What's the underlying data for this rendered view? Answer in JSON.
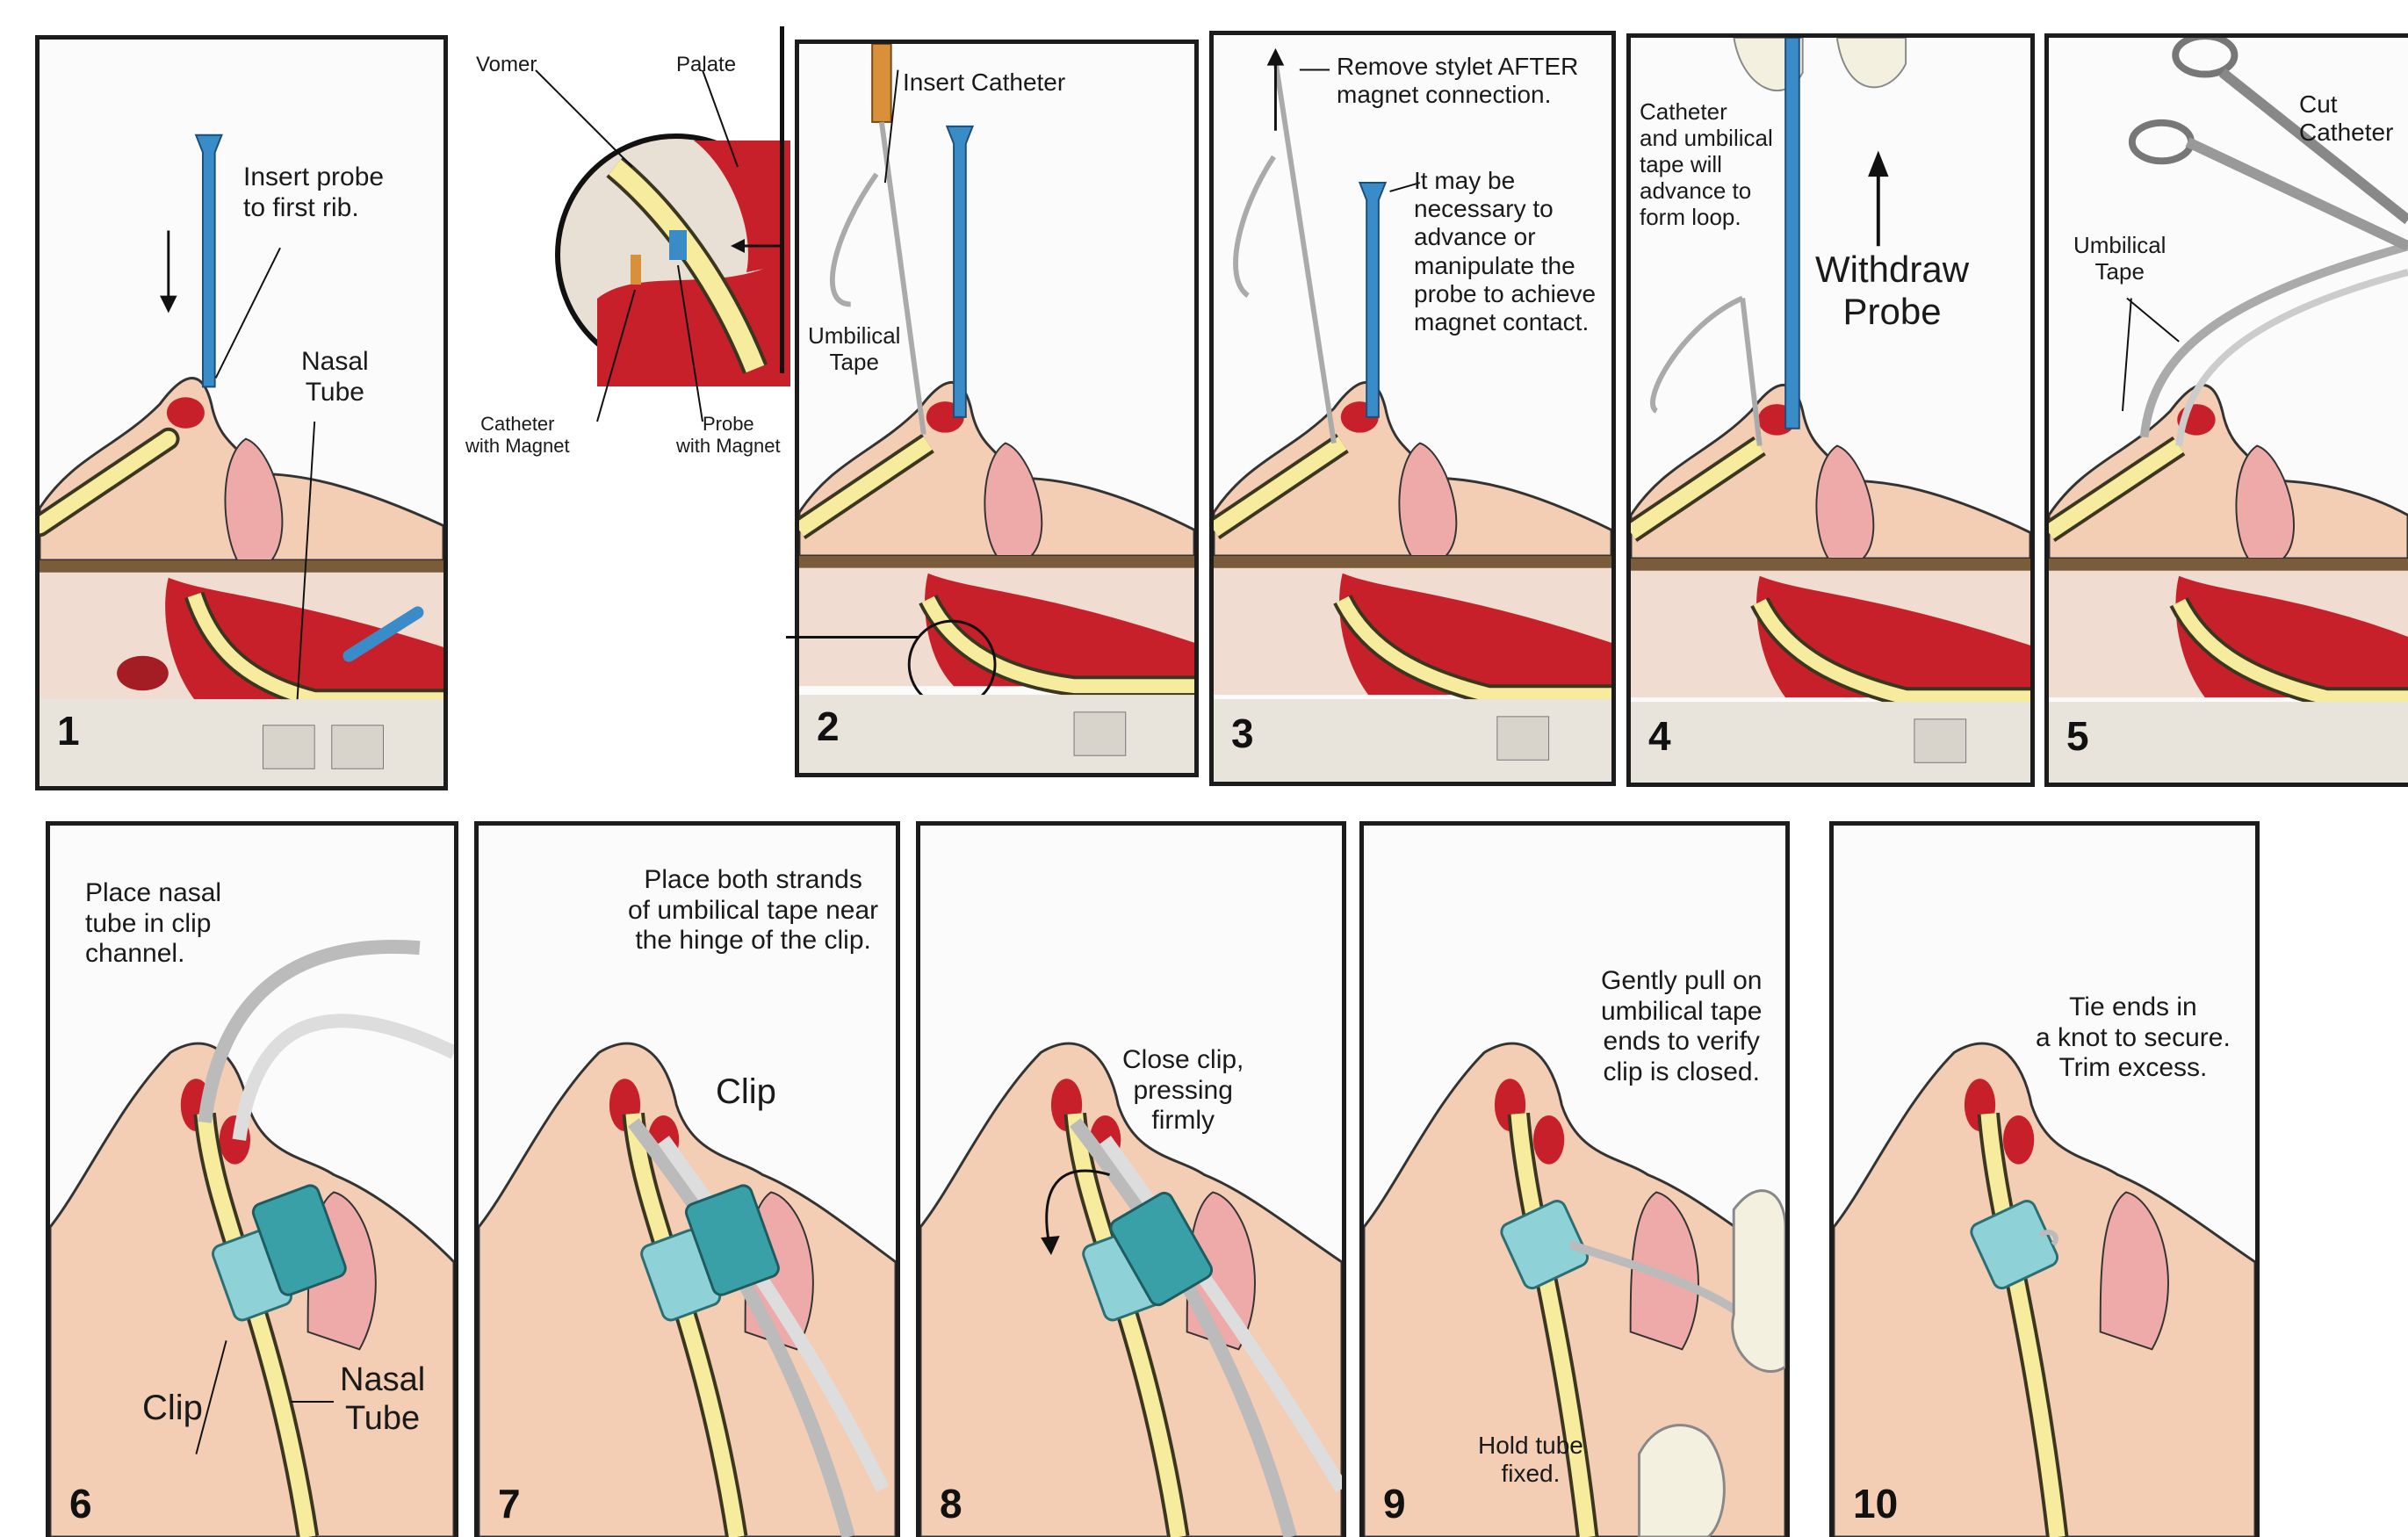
{
  "colors": {
    "skin": "#f3cdb4",
    "skin_shade": "#f2b57d",
    "mucosa_red": "#c8202a",
    "bone": "#e8e4dc",
    "nasal_tube": "#f7ec9d",
    "nasal_tube_stroke": "#3a3620",
    "probe_blue": "#3a8cc8",
    "clip_teal": "#8ed1d6",
    "tape_gray": "#e6e6e6",
    "lip_pink": "#eeaaa8",
    "frame": "#1c1c1c"
  },
  "icons": [
    "probe-icon",
    "catheter-icon",
    "scissors-icon",
    "hand-icon",
    "clip-icon",
    "arrow-down-icon",
    "arrow-up-icon"
  ],
  "inset": {
    "vomer": "Vomer",
    "palate": "Palate",
    "catheter_magnet": "Catheter\nwith Magnet",
    "probe_magnet": "Probe\nwith Magnet"
  },
  "panels": [
    {
      "number": "1",
      "labels": [
        "Insert probe\nto first rib.",
        "Nasal\nTube"
      ]
    },
    {
      "number": "2",
      "labels": [
        "Insert Catheter",
        "Umbilical\nTape"
      ]
    },
    {
      "number": "3",
      "labels": [
        "Remove stylet AFTER\nmagnet connection.",
        "It may be\nnecessary to\nadvance or\nmanipulate the\nprobe to achieve\nmagnet contact."
      ]
    },
    {
      "number": "4",
      "labels": [
        "Catheter\nand umbilical\ntape will\nadvance to\nform loop.",
        "Withdraw\nProbe"
      ]
    },
    {
      "number": "5",
      "labels": [
        "Cut Catheter",
        "Umbilical\nTape"
      ]
    },
    {
      "number": "6",
      "labels": [
        "Place nasal\ntube in clip\nchannel.",
        "Clip",
        "Nasal\nTube"
      ]
    },
    {
      "number": "7",
      "labels": [
        "Place both strands\nof umbilical tape near\nthe hinge of the clip.",
        "Clip"
      ]
    },
    {
      "number": "8",
      "labels": [
        "Close clip,\npressing\nfirmly"
      ]
    },
    {
      "number": "9",
      "labels": [
        "Gently pull on\numbilical tape\nends to verify\nclip is closed.",
        "Hold tube\nfixed."
      ]
    },
    {
      "number": "10",
      "labels": [
        "Tie ends in\na knot to secure.\nTrim excess."
      ]
    }
  ]
}
